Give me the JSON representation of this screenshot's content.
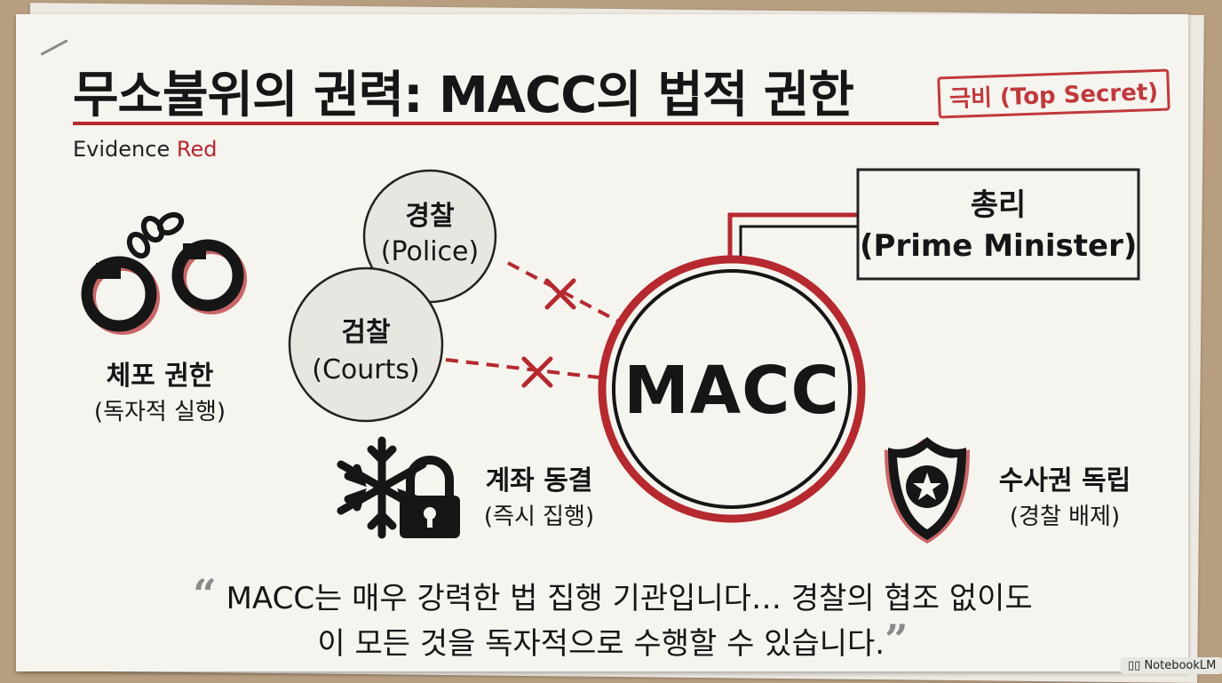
{
  "header": {
    "title": "무소불위의 권력: MACC의 법적 권한",
    "stamp": "극비 (Top Secret)",
    "subtitle_main": "Evidence ",
    "subtitle_accent": "Red"
  },
  "diagram": {
    "center": "MACC",
    "police": {
      "line1": "경찰",
      "line2": "(Police)"
    },
    "courts": {
      "line1": "검찰",
      "line2": "(Courts)"
    },
    "pm": {
      "line1": "총리",
      "line2": "(Prime Minister)"
    }
  },
  "powers": {
    "arrest": {
      "line1": "체포 권한",
      "line2": "(독자적 실행)",
      "icon": "handcuffs-icon"
    },
    "freeze": {
      "line1": "계좌 동결",
      "line2": "(즉시 집행)",
      "icon": "snowflake-lock-icon"
    },
    "investigation": {
      "line1": "수사권 독립",
      "line2": "(경찰 배제)",
      "icon": "police-badge-icon"
    }
  },
  "quote": {
    "open_mark": "“",
    "line1": "MACC는 매우 강력한 법 집행 기관입니다… 경찰의 협조 없이도",
    "line2": "이 모든 것을 독자적으로 수행할 수 있습니다.",
    "close_mark": "”"
  },
  "watermark": "NotebookLM",
  "colors": {
    "accent": "#b5292f",
    "ink": "#161616",
    "paper": "#f6f4ef"
  }
}
